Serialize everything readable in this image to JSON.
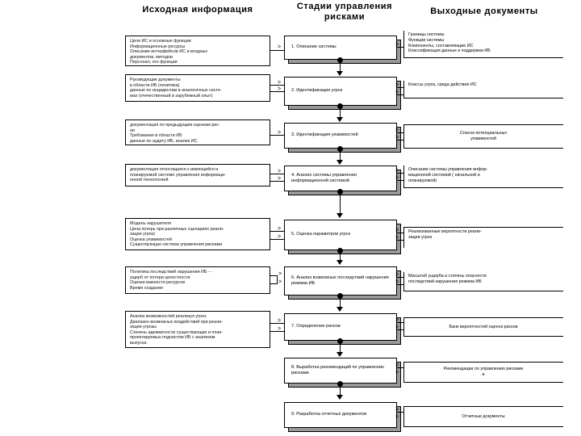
{
  "headers": {
    "left": "Исходная информация",
    "middle": "Стадии управления рисками",
    "right": "Выходные документы"
  },
  "inputs": [
    {
      "id": "in1",
      "lines": [
        "Цели ИС и основные функции",
        "Информационные ресурсы",
        "Описание интерфейсов ИС и   входных",
        "документов, методов",
        "Персонал, его функции"
      ]
    },
    {
      "id": "in2",
      "lines": [
        "Руководящие документы",
        "в области ИБ (политика)",
        "данные по инцидентам в аналогичных систе-",
        "мах (отечественный и зарубежный опыт)"
      ]
    },
    {
      "id": "in3",
      "lines": [
        "документация по предыдущим   оценкам рис-",
        "ов",
        "Требования в области ИБ",
        "данные по аудиту ИБ, анализ ИС"
      ]
    },
    {
      "id": "in4",
      "lines": [
        "документация относящаяся к имеющейся и",
        "планируемой системе управления информаци-",
        "онной технологией"
      ]
    },
    {
      "id": "in5",
      "lines": [
        "Модель нарушителя",
        "Цена потерь при различных сценариях реали-",
        "зации угроз)",
        "Оценка уязвимостей",
        "Существующая система управления рисками"
      ]
    },
    {
      "id": "in6",
      "lines": [
        "Политика последствий нарушения ИБ  -  -",
        "ущерб от потери целостности",
        "Оценка важности ресурсов",
        "Время создания"
      ]
    },
    {
      "id": "in7",
      "lines": [
        "Анализ возможностей реализуя угроз",
        "Диапазон возможных воздействий при реали-",
        "зации угрозы",
        "Степень адекватности существующих и план-",
        "проектируемых подсистем ИБ с анализом",
        "выпуска"
      ]
    }
  ],
  "stages": [
    {
      "id": "s1",
      "label": "1. Описание системы"
    },
    {
      "id": "s2",
      "label": "2. Идентификация угроз"
    },
    {
      "id": "s3",
      "label": "3. Идентификация уязвимостей"
    },
    {
      "id": "s4",
      "label": "4. Анализ системы управления информационной системой"
    },
    {
      "id": "s5",
      "label": "5. Оценка параметров угроз"
    },
    {
      "id": "s6",
      "label": "6. Анализ возможных последствий нарушения режима ИБ"
    },
    {
      "id": "s7",
      "label": "7. Определение рисков"
    },
    {
      "id": "s8",
      "label": "8. Выработка рекомендаций по управлению рисками"
    },
    {
      "id": "s9",
      "label": "9. Разработка отчетных документов"
    }
  ],
  "docs": [
    {
      "id": "d1",
      "lines": [
        "Границы системы",
        "Функции системы",
        "Компоненты, составляющие ИС",
        "Классификация данных и поддержки ИБ"
      ]
    },
    {
      "id": "d2",
      "lines": [
        "Классы угроз, среда действия ИС"
      ]
    },
    {
      "id": "d3",
      "lines": [
        "Список потенциальных",
        "уязвимостей"
      ]
    },
    {
      "id": "d4",
      "lines": [
        "Описание системы управления инфор-",
        "мационной системой ( начальной и",
        "планируемой)"
      ]
    },
    {
      "id": "d5",
      "lines": [
        "Реализованные вероятности реали-",
        "зации угроз"
      ]
    },
    {
      "id": "d6",
      "lines": [
        "Масштаб ущерба и степень опасности",
        "последствий нарушения режима ИБ"
      ]
    },
    {
      "id": "d7",
      "lines": [
        "Банк вероятностей оценок рисков"
      ]
    },
    {
      "id": "d8",
      "lines": [
        "Рекомендации по управлению рисками",
        "и"
      ]
    },
    {
      "id": "d9",
      "lines": [
        "Отчетные документы"
      ]
    }
  ]
}
